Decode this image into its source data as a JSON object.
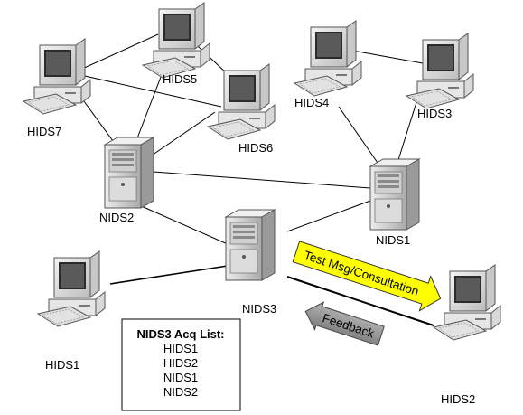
{
  "nodes": {
    "hids7": "HIDS7",
    "hids5": "HIDS5",
    "hids6": "HIDS6",
    "hids4": "HIDS4",
    "hids3": "HIDS3",
    "nids2": "NIDS2",
    "nids1": "NIDS1",
    "nids3": "NIDS3",
    "hids1": "HIDS1",
    "hids2": "HIDS2"
  },
  "acq_list": {
    "title": "NIDS3 Acq List:",
    "items": [
      "HIDS1",
      "HIDS2",
      "NIDS1",
      "NIDS2"
    ]
  },
  "arrows": {
    "test_msg": "Test Msg/Consultation",
    "feedback": "Feedback"
  },
  "colors": {
    "test_arrow_fill": "#ffff00",
    "feedback_arrow_fill": "#8c8c8c",
    "line": "#000000"
  }
}
